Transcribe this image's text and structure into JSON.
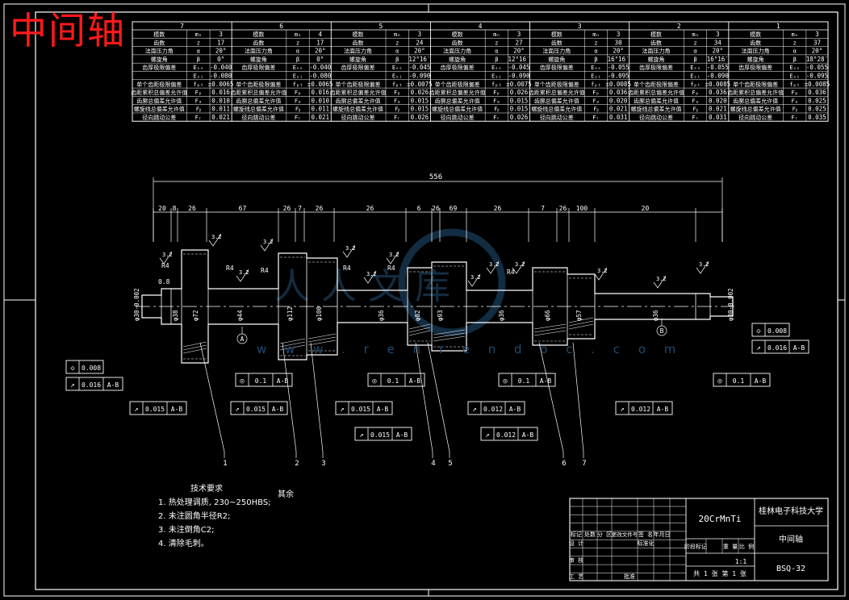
{
  "drawing_title": "中间轴",
  "watermark": "w w w . r e n r e n d o c . c o m",
  "gear_table": {
    "columns": [
      "7",
      "6",
      "5",
      "4",
      "3",
      "2",
      "1"
    ],
    "rows": [
      {
        "label": "模数",
        "sym": "mₙ",
        "vals": [
          "3",
          "4",
          "3",
          "3",
          "3",
          "3",
          "3"
        ]
      },
      {
        "label": "齿数",
        "sym": "z",
        "vals": [
          "17",
          "17",
          "24",
          "27",
          "30",
          "34",
          "37"
        ]
      },
      {
        "label": "法面压力角",
        "sym": "α",
        "vals": [
          "20°",
          "20°",
          "20°",
          "20°",
          "20°",
          "20°",
          "20°"
        ]
      },
      {
        "label": "螺旋角",
        "sym": "β",
        "vals": [
          "0°",
          "0°",
          "12°16′",
          "12°16′",
          "16°16′",
          "16°16′",
          "18°28′"
        ]
      },
      {
        "label": "齿厚极限偏差",
        "sym": "Eₛₛ",
        "vals": [
          "-0.040",
          "-0.040",
          "-0.045",
          "-0.045",
          "-0.055",
          "-0.055",
          "-0.055"
        ]
      },
      {
        "label": "",
        "sym": "Eₛᵢ",
        "vals": [
          "-0.080",
          "-0.080",
          "-0.090",
          "-0.090",
          "-0.095",
          "-0.090",
          "-0.095"
        ]
      },
      {
        "label": "单个齿距极限偏差",
        "sym": "fₚₜ",
        "vals": [
          "±0.0065",
          "±0.0065",
          "±0.0075",
          "±0.0075",
          "±0.0085",
          "±0.0085",
          "±0.0085"
        ]
      },
      {
        "label": "齿距累积总偏差允许值",
        "sym": "Fₚ",
        "vals": [
          "0.016",
          "0.016",
          "0.026",
          "0.026",
          "0.036",
          "0.036",
          "0.036"
        ]
      },
      {
        "label": "齿廓总偏差允许值",
        "sym": "Fₐ",
        "vals": [
          "0.010",
          "0.010",
          "0.015",
          "0.015",
          "0.020",
          "0.020",
          "0.025"
        ]
      },
      {
        "label": "螺旋线总偏差允许值",
        "sym": "Fᵦ",
        "vals": [
          "0.011",
          "0.011",
          "0.015",
          "0.015",
          "0.021",
          "0.021",
          "0.025"
        ]
      },
      {
        "label": "径向跳动公差",
        "sym": "Fᵣ",
        "vals": [
          "0.021",
          "0.021",
          "0.026",
          "0.026",
          "0.031",
          "0.031",
          "0.035"
        ]
      }
    ]
  },
  "dimensions": {
    "overall": "556",
    "top_row": [
      "20",
      "8",
      "26",
      "67",
      "26",
      "7",
      "26",
      "26",
      "6",
      "26",
      "69",
      "26",
      "7",
      "26",
      "100",
      "20"
    ],
    "diameters": [
      "φ30-0.002",
      "φ38",
      "φ72",
      "φ44",
      "φ112",
      "φ100",
      "φ36",
      "φ82",
      "φ93",
      "φ36",
      "φ66",
      "φ57",
      "φ36",
      "φ30-0.002"
    ],
    "radius": [
      "R4",
      "R4",
      "R4",
      "R4",
      "R4",
      "R4"
    ],
    "chamfer": "0.8",
    "roughness": "3.2"
  },
  "datums": [
    "A",
    "B"
  ],
  "tolerance_frames": [
    {
      "sym": "◇",
      "val": "0.008",
      "ref": ""
    },
    {
      "sym": "↗",
      "val": "0.016",
      "ref": "A-B"
    },
    {
      "sym": "◎",
      "val": "0.1",
      "ref": "A-B"
    },
    {
      "sym": "↗",
      "val": "0.015",
      "ref": "A-B"
    },
    {
      "sym": "↗",
      "val": "0.012",
      "ref": "A-B"
    }
  ],
  "part_numbers": [
    "1",
    "2",
    "3",
    "4",
    "5",
    "6",
    "7"
  ],
  "tech_requirements": {
    "title": "技术要求",
    "items": [
      "1. 热处理调质, 230~250HBS;",
      "2. 未注圆角半径R2;",
      "3. 未注倒角C2;",
      "4. 清除毛刺。"
    ]
  },
  "rest_label": "其余",
  "title_block": {
    "material": "20CrMnTi",
    "school": "桂林电子科技大学",
    "part_name": "中间轴",
    "drawing_no": "BSQ-32",
    "scale": "1:1",
    "sheets": "共 1 张   第 1 张",
    "labels": {
      "mark": "标记",
      "count": "处数",
      "zone": "分 区",
      "doc": "更改文件号",
      "sign": "签 名",
      "date": "年月日",
      "design": "设 计",
      "standard": "标准化",
      "check": "审 核",
      "craft": "工 艺",
      "approve": "批准",
      "stage": "阶段标记",
      "weight": "重 量",
      "ratio": "比 例"
    }
  }
}
